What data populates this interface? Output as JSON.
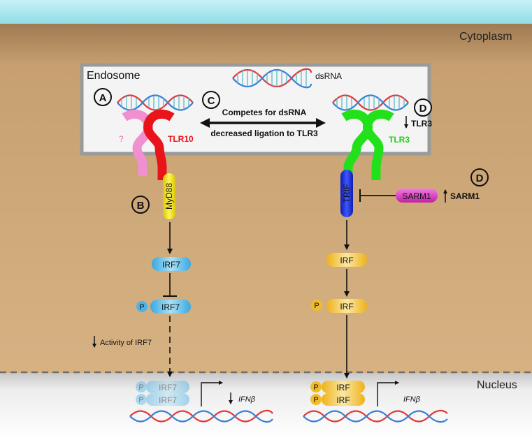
{
  "regions": {
    "cytoplasm": "Cytoplasm",
    "nucleus": "Nucleus",
    "endosome": "Endosome"
  },
  "dsrna_label": "dsRNA",
  "markers": {
    "a": "A",
    "b": "B",
    "c": "C",
    "d": "D"
  },
  "receptors": {
    "unknown": "?",
    "tlr10": "TLR10",
    "tlr3": "TLR3"
  },
  "competition": {
    "line1": "Competes for dsRNA",
    "line2": "decreased ligation to TLR3"
  },
  "left_pathway": {
    "adaptor": "MyD88",
    "irf7": "IRF7",
    "phospho": "P",
    "activity_note": "Activity of IRF7",
    "gene": "IFNβ"
  },
  "right_pathway": {
    "tlr3_note": "TLR3",
    "adaptor": "TRIF",
    "inhibitor": "SARM1",
    "sarm1_note": "SARM1",
    "irf": "IRF",
    "phospho": "P",
    "gene": "IFNβ"
  },
  "colors": {
    "tlr10": "#e8141a",
    "unknown_receptor": "#f090d0",
    "tlr3": "#22e01a",
    "myd88": "#f2e010",
    "trif": "#1a2fd8",
    "sarm1": "#e040c0",
    "irf7": "#5ac0ea",
    "irf": "#f4c33a",
    "cytoplasm": "#c39a68",
    "nucleus": "#ececec",
    "membrane": "#a8e6ee"
  }
}
